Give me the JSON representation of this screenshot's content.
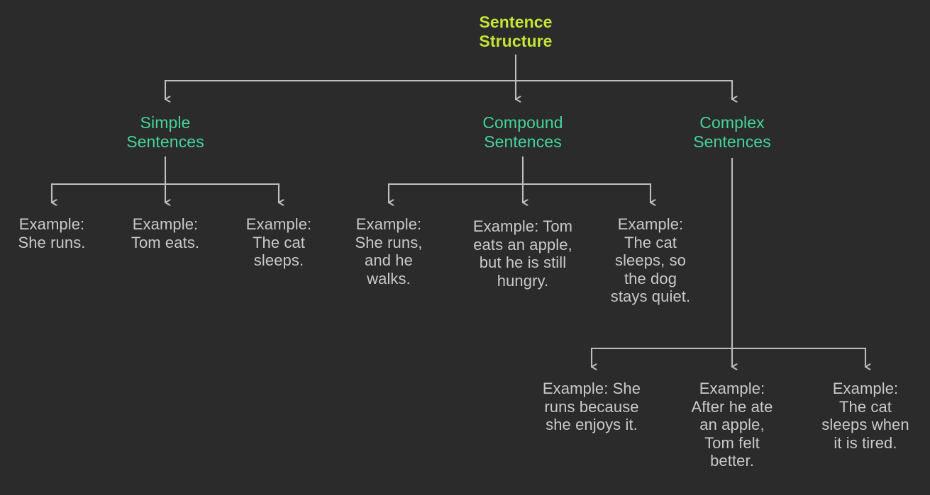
{
  "diagram": {
    "title": "Sentence Structure",
    "background_color": "#2b2b2b",
    "colors": {
      "root": "#c3e538",
      "branch": "#45d39a",
      "leaf": "#c9c9c9",
      "connector": "#bdbdbd"
    },
    "root": {
      "label": "Sentence\nStructure"
    },
    "branches": [
      {
        "label": "Simple\nSentences",
        "leaves": [
          {
            "label": "Example:\nShe runs."
          },
          {
            "label": "Example:\nTom eats."
          },
          {
            "label": "Example:\nThe cat\nsleeps."
          }
        ]
      },
      {
        "label": "Compound\nSentences",
        "leaves": [
          {
            "label": "Example:\nShe runs,\nand he\nwalks."
          },
          {
            "label": "Example: Tom\neats an apple,\nbut he is still\nhungry."
          },
          {
            "label": "Example:\nThe cat\nsleeps, so\nthe dog\nstays quiet."
          }
        ]
      },
      {
        "label": "Complex\nSentences",
        "leaves": [
          {
            "label": "Example: She\nruns because\nshe enjoys it."
          },
          {
            "label": "Example:\nAfter he ate\nan apple,\nTom felt\nbetter."
          },
          {
            "label": "Example:\nThe cat\nsleeps when\nit is tired."
          }
        ]
      }
    ]
  }
}
